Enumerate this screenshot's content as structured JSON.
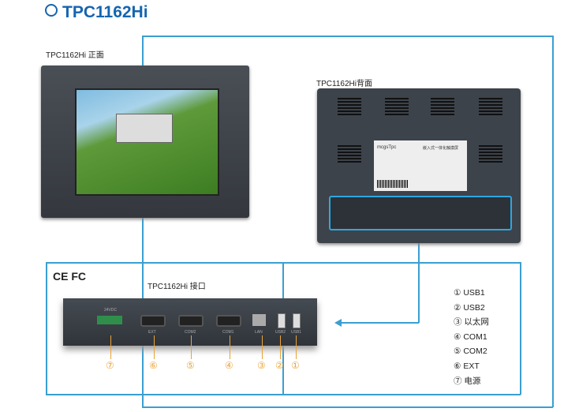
{
  "title": "TPC1162Hi",
  "front_caption": "TPC1162Hi 正面",
  "back_caption": "TPC1162Hi背面",
  "interface_caption": "TPC1162Hi 接口",
  "cert_marks": "CE FC",
  "back_label": {
    "brand": "mcgsTpc",
    "heading": "嵌入式一体化触摸屏"
  },
  "ports": [
    {
      "num": "⑦",
      "label": "24VDC"
    },
    {
      "num": "⑥",
      "label": "EXT"
    },
    {
      "num": "⑤",
      "label": "COM2"
    },
    {
      "num": "④",
      "label": "COM1"
    },
    {
      "num": "③",
      "label": "LAN"
    },
    {
      "num": "②",
      "label": "USB2"
    },
    {
      "num": "①",
      "label": "USB1"
    }
  ],
  "legend": [
    "① USB1",
    "② USB2",
    "③ 以太网",
    "④ COM1",
    "⑤ COM2",
    "⑥ EXT",
    "⑦ 电源"
  ],
  "colors": {
    "title": "#1565b0",
    "line": "#3a9fd2",
    "number": "#e8a33a"
  }
}
